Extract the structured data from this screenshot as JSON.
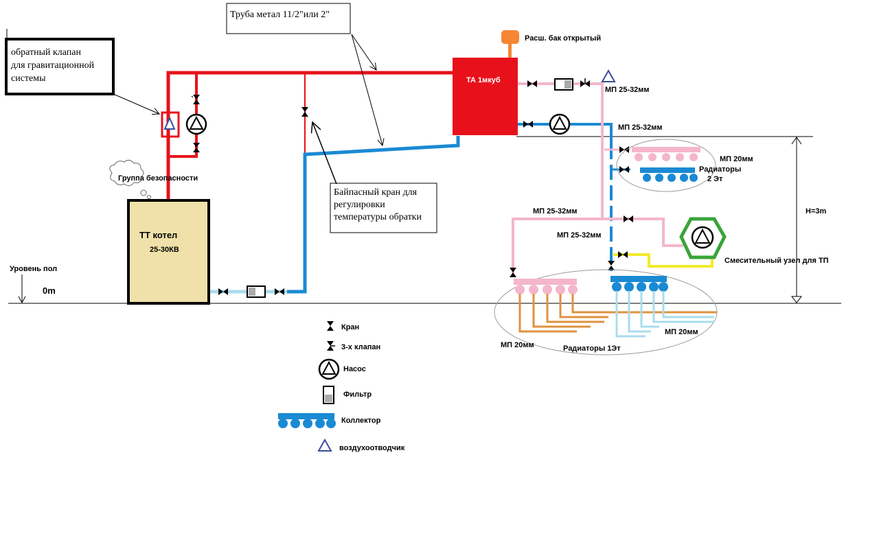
{
  "colors": {
    "supply": "#e8111b",
    "return": "#1a8ad4",
    "return_light": "#a8dcee",
    "pink": "#f4b6cc",
    "orange": "#e0913f",
    "yellow": "#f2ea2c",
    "green": "#3aa43a",
    "boiler_fill": "#efe1a9",
    "expansion_tank": "#f58634",
    "vent_triangle": "#3a4c9a"
  },
  "labels": {
    "check_valve_note": [
      "обратный клапан",
      "для гравитационной",
      "системы"
    ],
    "pipe_note": "Труба метал 11/2\"или 2\"",
    "expansion_tank": "Расш. бак открытый",
    "heat_accumulator": "ТА 1мкуб",
    "safety_group": "Группа безопасности",
    "boiler_title": "ТТ котел",
    "boiler_power": "25-30КВ",
    "floor_level": "Уровень пол",
    "zero_mark": "0m",
    "bypass_note": [
      "Байпасный кран для",
      "регулировки",
      "температуры обратки"
    ],
    "mp_top_1": "МП 25-32мм",
    "mp_top_2": "МП 25-32мм",
    "mp_20_floor2": "МП 20мм",
    "radiators_floor2": [
      "Радиаторы",
      "2 Эт"
    ],
    "height": "H=3m",
    "mp_left": "МП 25-32мм",
    "mp_mid": "МП 25-32мм",
    "mixing_unit": "Смесительный узел для  ТП",
    "mp_20_left": "МП 20мм",
    "radiators_floor1": "Радиаторы 1Эт",
    "mp_20_right": "МП 20мм"
  },
  "legend": {
    "valve": "Кран",
    "three_way_valve": "3-х клапан",
    "pump": "Насос",
    "filter": "Фильтр",
    "collector": "Коллектор",
    "air_vent": "воздухоотводчик"
  }
}
